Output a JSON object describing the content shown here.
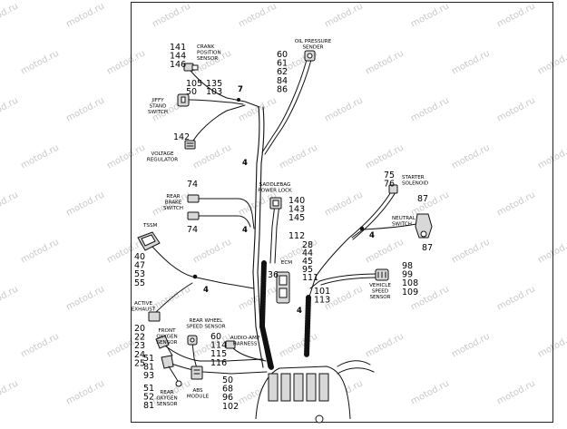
{
  "watermark_text": "motod.ru",
  "components": [
    {
      "id": "crank",
      "label_lines": [
        "CRANK",
        "POSITION",
        "SENSOR"
      ],
      "numbers": [
        "141",
        "144",
        "146"
      ]
    },
    {
      "id": "oilp",
      "label_lines": [
        "OIL PRESSURE",
        "SENDER"
      ],
      "numbers": [
        "60",
        "61",
        "62",
        "84",
        "86"
      ]
    },
    {
      "id": "jiffy",
      "label_lines": [
        "JIFFY",
        "STAND",
        "SWITCH"
      ],
      "numbers": [
        "105",
        "135",
        "50",
        "103"
      ]
    },
    {
      "id": "vreg",
      "label_lines": [
        "VOLTAGE",
        "REGULATOR"
      ],
      "numbers": [
        "142"
      ]
    },
    {
      "id": "rbrake",
      "label_lines": [
        "REAR",
        "BRAKE",
        "SWITCH"
      ],
      "numbers": [
        "74",
        "74"
      ]
    },
    {
      "id": "saddle",
      "label_lines": [
        "SADDLEBAG",
        "POWER LOCK"
      ],
      "numbers": [
        "140",
        "143",
        "145"
      ]
    },
    {
      "id": "starter",
      "label_lines": [
        "STARTER",
        "SOLENOID"
      ],
      "numbers": [
        "75",
        "76"
      ]
    },
    {
      "id": "neutral",
      "label_lines": [
        "NEUTRAL",
        "SWITCH"
      ],
      "numbers": [
        "87",
        "87"
      ]
    },
    {
      "id": "tssm",
      "label_lines": [
        "TSSM"
      ],
      "numbers": [
        "40",
        "47",
        "53",
        "55"
      ]
    },
    {
      "id": "ecm",
      "label_lines": [
        "ECM"
      ],
      "numbers": [
        "112",
        "28",
        "44",
        "45",
        "95",
        "111",
        "36"
      ]
    },
    {
      "id": "vss",
      "label_lines": [
        "VEHICLE",
        "SPEED",
        "SENSOR"
      ],
      "numbers": [
        "98",
        "99",
        "108",
        "109"
      ]
    },
    {
      "id": "aex",
      "label_lines": [
        "ACTIVE",
        "EXHAUST"
      ],
      "numbers": []
    },
    {
      "id": "frontox",
      "label_lines": [
        "FRONT",
        "OXYGEN",
        "SENSOR"
      ],
      "numbers": [
        "20",
        "22",
        "23",
        "24",
        "25"
      ]
    },
    {
      "id": "rwss",
      "label_lines": [
        "REAR WHEEL",
        "SPEED SENSOR"
      ],
      "numbers": []
    },
    {
      "id": "audio",
      "label_lines": [
        "AUDIO-AMP",
        "HARNESS"
      ],
      "numbers": [
        "60",
        "114",
        "115",
        "116"
      ]
    },
    {
      "id": "misc1",
      "label_lines": [],
      "numbers": [
        "101",
        "113"
      ]
    },
    {
      "id": "misc2",
      "label_lines": [],
      "numbers": [
        "51",
        "81",
        "93"
      ]
    },
    {
      "id": "rearox",
      "label_lines": [
        "REAR",
        "OXYGEN",
        "SENSOR"
      ],
      "numbers": [
        "51",
        "52",
        "81"
      ]
    },
    {
      "id": "abs",
      "label_lines": [
        "ABS",
        "MODULE"
      ],
      "numbers": [
        "50",
        "68",
        "96",
        "102"
      ]
    }
  ],
  "callouts": [
    "7",
    "4",
    "4",
    "4",
    "4",
    "4"
  ]
}
